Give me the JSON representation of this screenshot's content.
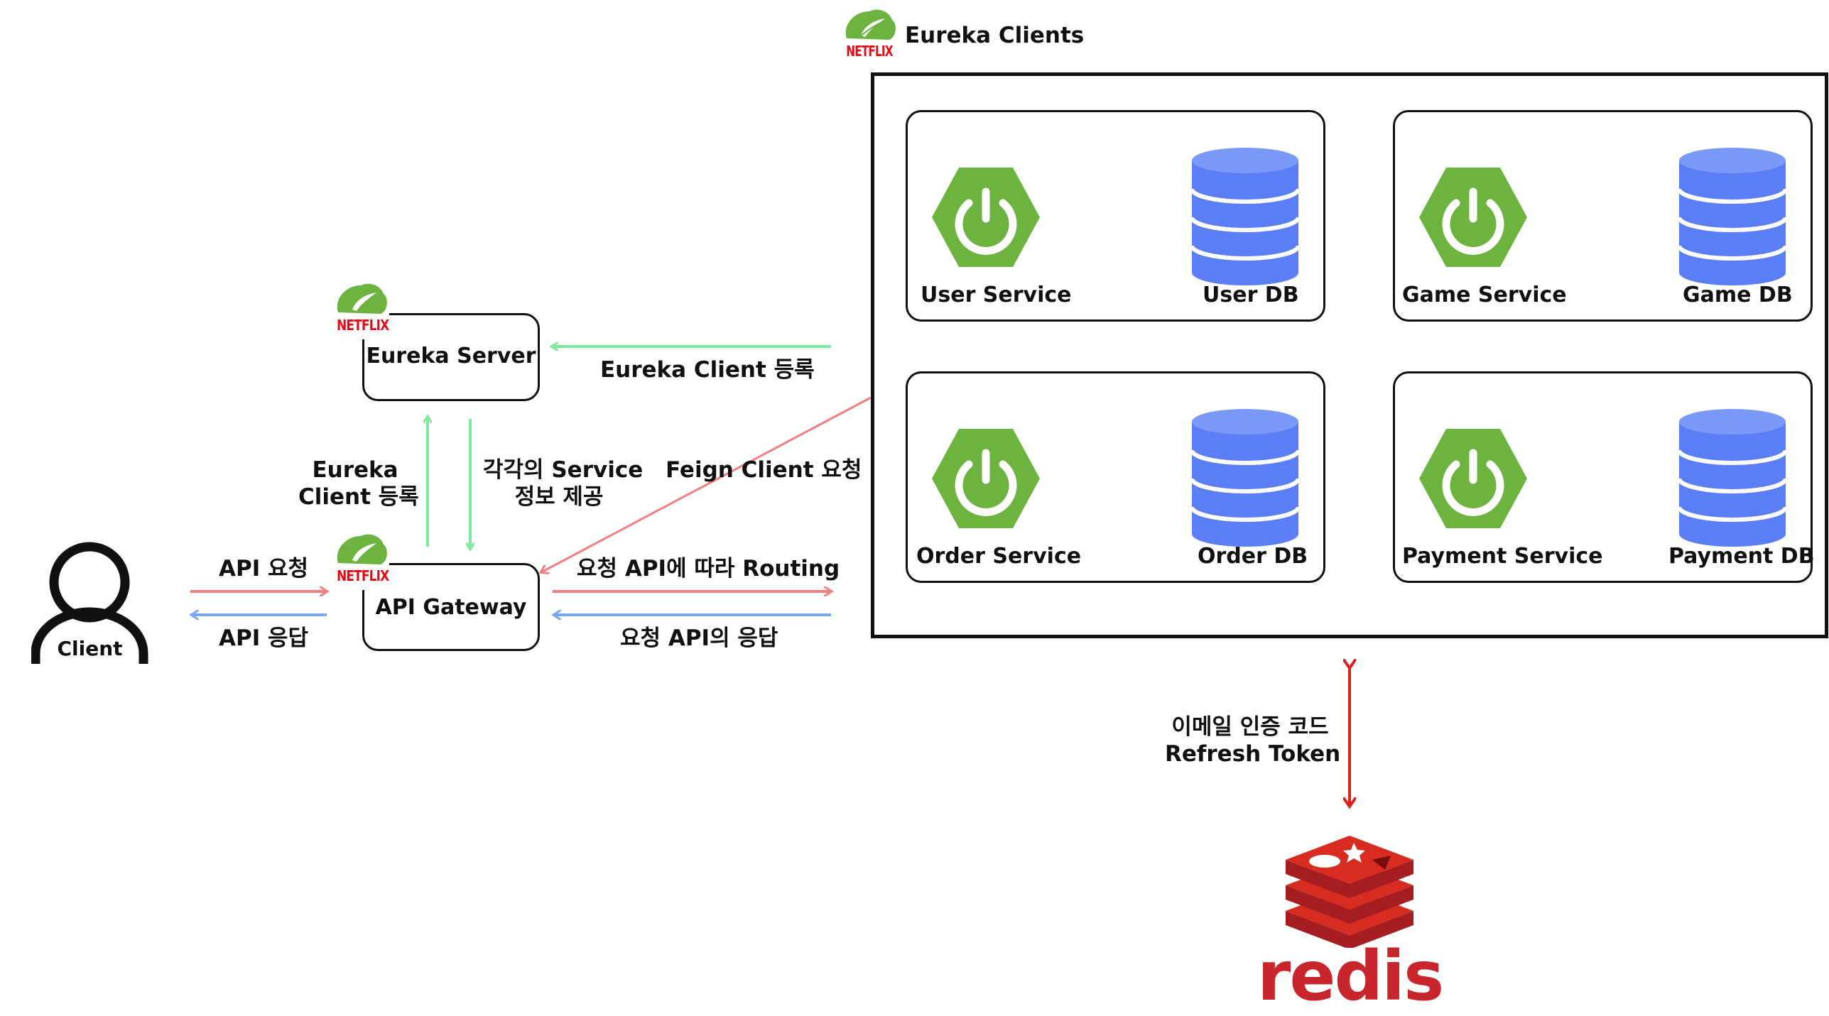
{
  "clients_group": {
    "title": "Eureka Clients",
    "brand": "NETFLIX"
  },
  "eureka_server": {
    "label": "Eureka Server",
    "brand": "NETFLIX"
  },
  "api_gateway": {
    "label": "API Gateway",
    "brand": "NETFLIX"
  },
  "client": {
    "label": "Client"
  },
  "services": [
    {
      "name": "User Service",
      "db": "User DB"
    },
    {
      "name": "Game Service",
      "db": "Game DB"
    },
    {
      "name": "Order Service",
      "db": "Order DB"
    },
    {
      "name": "Payment Service",
      "db": "Payment DB"
    }
  ],
  "edges": {
    "eureka_register_right": "Eureka Client 등록",
    "eureka_register_left_1": "Eureka",
    "eureka_register_left_2": "Client 등록",
    "service_info_1": "각각의 Service",
    "service_info_2": "정보 제공",
    "feign": "Feign Client 요청",
    "routing": "요청 API에 따라 Routing",
    "response_from_services": "요청 API의 응답",
    "api_request": "API 요청",
    "api_response": "API 응답",
    "redis_1": "이메일 인증 코드",
    "redis_2": "Refresh Token"
  },
  "redis": {
    "label": "redis"
  },
  "colors": {
    "green_arrow": "#7de89a",
    "red_arrow": "#f08080",
    "blue_arrow": "#7aa6f0",
    "redis_arrow": "#e0201c",
    "spring_green": "#6db33f",
    "db_blue": "#5b7ef5",
    "redis_red": "#c8252c",
    "netflix_red": "#e50914"
  }
}
